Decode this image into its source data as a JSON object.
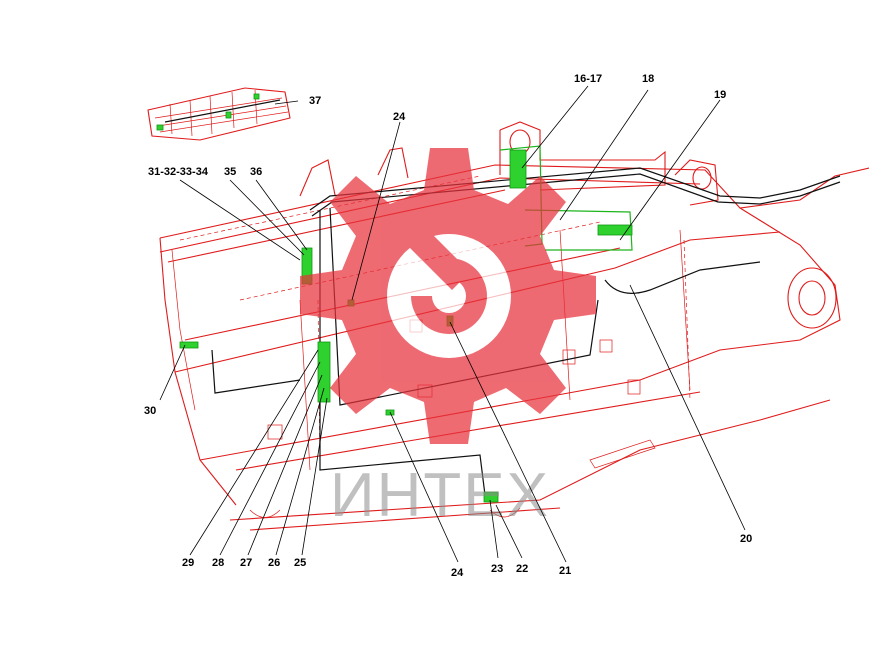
{
  "diagram": {
    "callouts": [
      {
        "id": "c37",
        "label": "37"
      },
      {
        "id": "c24top",
        "label": "24"
      },
      {
        "id": "c1617",
        "label": "16-17"
      },
      {
        "id": "c18",
        "label": "18"
      },
      {
        "id": "c19",
        "label": "19"
      },
      {
        "id": "c31",
        "label": "31-32-33-34"
      },
      {
        "id": "c35",
        "label": "35"
      },
      {
        "id": "c36",
        "label": "36"
      },
      {
        "id": "c30",
        "label": "30"
      },
      {
        "id": "c20",
        "label": "20"
      },
      {
        "id": "c29",
        "label": "29"
      },
      {
        "id": "c28",
        "label": "28"
      },
      {
        "id": "c27",
        "label": "27"
      },
      {
        "id": "c26",
        "label": "26"
      },
      {
        "id": "c25",
        "label": "25"
      },
      {
        "id": "c24bot",
        "label": "24"
      },
      {
        "id": "c23",
        "label": "23"
      },
      {
        "id": "c22",
        "label": "22"
      },
      {
        "id": "c21",
        "label": "21"
      }
    ],
    "watermark": {
      "text": "ИНТЕХ",
      "logo_color": "#e8323c",
      "text_color": "#8c8c8c"
    },
    "colors": {
      "structure": "#e01b1b",
      "harness": "#111111",
      "components": "#2ed12e"
    }
  }
}
